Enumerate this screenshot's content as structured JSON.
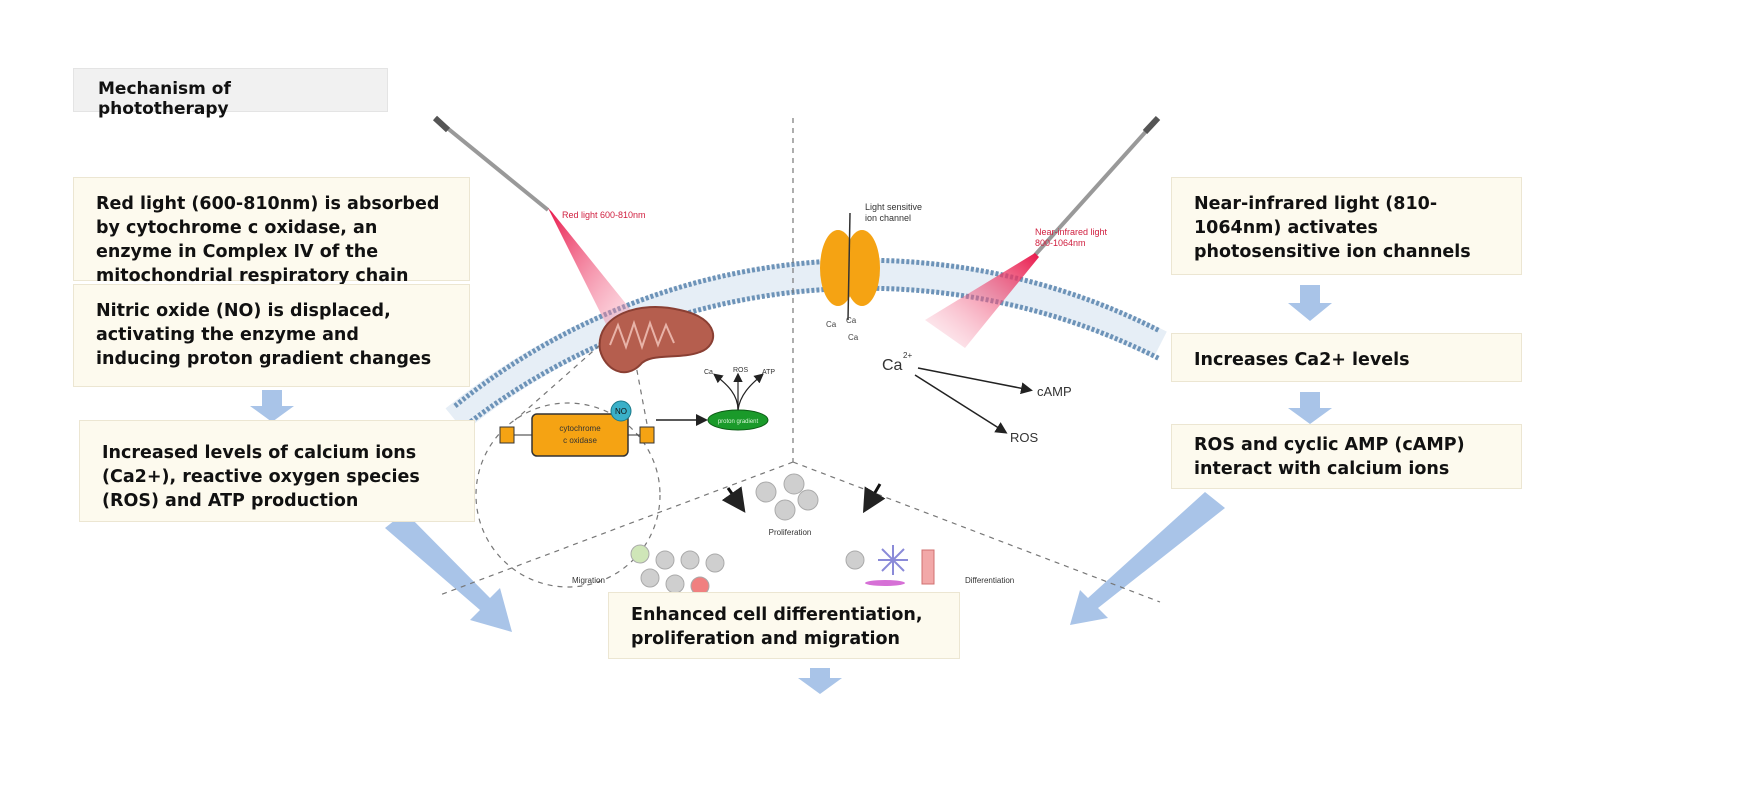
{
  "title": "Mechanism of phototherapy",
  "left_steps": [
    "Red light (600-810nm) is absorbed by cytochrome c oxidase, an enzyme in Complex IV of the mitochondrial respiratory chain",
    "Nitric oxide (NO) is displaced, activating the enzyme and inducing proton gradient changes",
    "Increased levels of calcium ions (Ca2+), reactive oxygen species (ROS) and ATP production"
  ],
  "right_steps": [
    "Near-infrared light (810-1064nm) activates photosensitive ion channels",
    "Increases Ca2+ levels",
    "ROS and cyclic AMP (cAMP) interact with calcium ions"
  ],
  "outcome": "Enhanced cell differentiation, proliferation and migration",
  "illustration": {
    "red_light_label": "Red light 600-810nm",
    "nir_label_1": "Near-infrared light",
    "nir_label_2": "800-1064nm",
    "ion_channel_label_1": "Light sensitive",
    "ion_channel_label_2": "ion channel",
    "ca": "Ca",
    "ca_sup": "2+",
    "camp": "cAMP",
    "ros": "ROS",
    "ros_small": "ROS",
    "atp_small": "ATP",
    "ca_small": "Ca",
    "no": "NO",
    "enzyme_1": "cytochrome",
    "enzyme_2": "c oxidase",
    "proton": "proton gradient",
    "proliferation": "Proliferation",
    "migration": "Migration",
    "differentiation": "Differentiation"
  },
  "colors": {
    "arrow": "#a9c4e8",
    "box": "#fdfaee",
    "laser": "#e8174a",
    "enzyme": "#f6a623",
    "proton": "#1a9a2a",
    "membrane": "#6d93b8"
  }
}
